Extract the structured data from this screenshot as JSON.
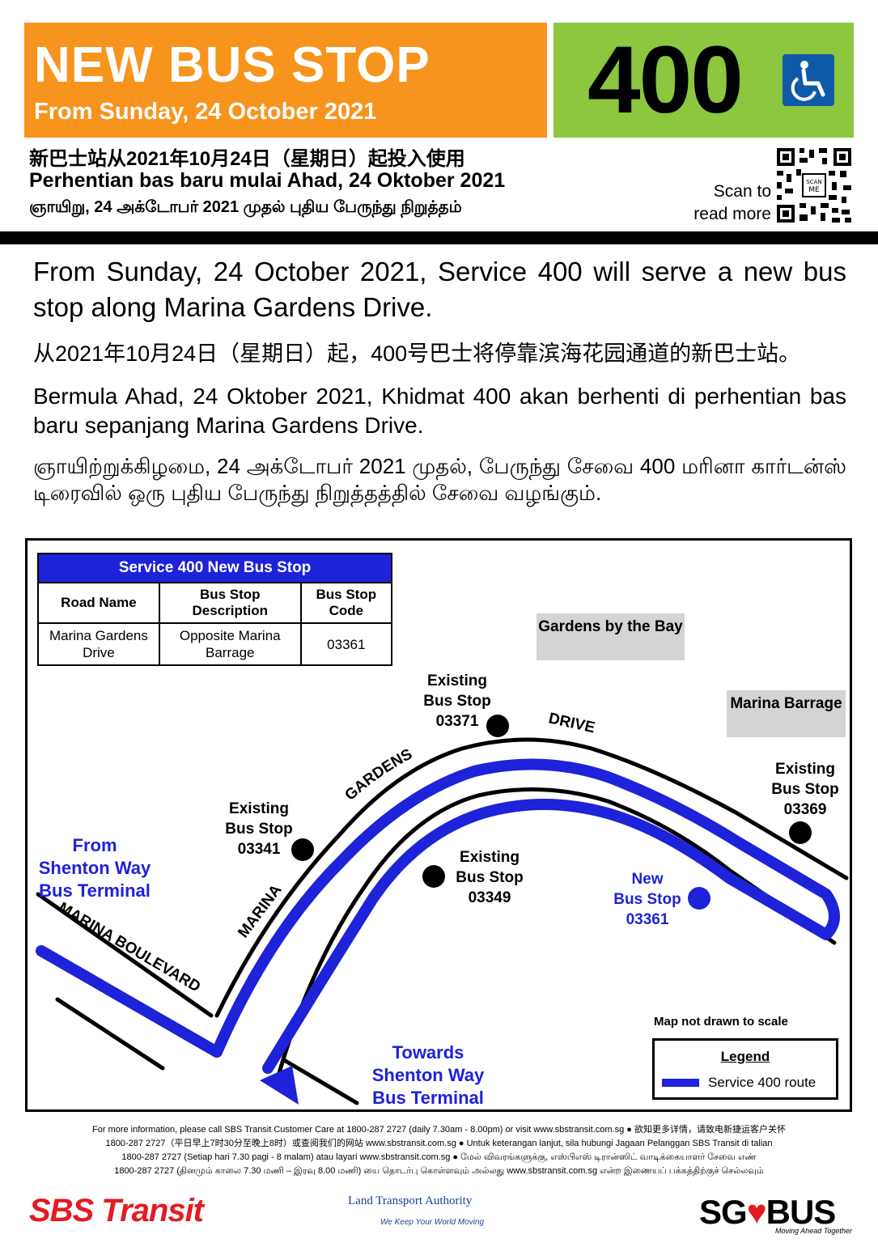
{
  "header": {
    "title": "NEW BUS STOP",
    "subtitle": "From Sunday, 24 October 2021",
    "service_number": "400",
    "accessibility_icon": "wheelchair-icon",
    "colors": {
      "orange": "#f7941d",
      "green": "#8dc63f",
      "wheelchair_blue": "#0f5aa8"
    }
  },
  "multilingual_notice": {
    "chinese": "新巴士站从2021年10月24日（星期日）起投入使用",
    "malay": "Perhentian bas baru mulai Ahad, 24 Oktober 2021",
    "tamil": "ஞாயிறு, 24 அக்டோபர் 2021 முதல் புதிய பேருந்து நிறுத்தம்"
  },
  "qr": {
    "line1": "Scan to",
    "line2": "read more",
    "badge": "SCAN ME"
  },
  "body": {
    "english": "From Sunday, 24 October 2021, Service 400 will serve a new bus stop along Marina Gardens Drive.",
    "chinese": "从2021年10月24日（星期日）起，400号巴士将停靠滨海花园通道的新巴士站。",
    "malay": "Bermula Ahad, 24 Oktober 2021, Khidmat 400 akan berhenti di perhentian bas baru sepanjang Marina Gardens Drive.",
    "tamil": "ஞாயிற்றுக்கிழமை, 24 அக்டோபர் 2021 முதல், பேருந்து சேவை 400 மரினா கார்டன்ஸ் டிரைவில் ஒரு புதிய பேருந்து நிறுத்தத்தில் சேவை வழங்கும்."
  },
  "table": {
    "caption": "Service 400 New Bus Stop",
    "headers": [
      "Road Name",
      "Bus Stop Description",
      "Bus Stop Code"
    ],
    "rows": [
      {
        "road_name": "Marina Gardens Drive",
        "description": "Opposite Marina Barrage",
        "code": "03361"
      }
    ]
  },
  "map": {
    "roads": {
      "marina_boulevard": "MARINA BOULEVARD",
      "marina": "MARINA",
      "gardens": "GARDENS",
      "drive": "DRIVE"
    },
    "places": {
      "gardens_by_the_bay": "Gardens by the Bay",
      "marina_barrage": "Marina Barrage"
    },
    "stops": [
      {
        "status": "Existing",
        "label": "Bus Stop",
        "code": "03371"
      },
      {
        "status": "Existing",
        "label": "Bus Stop",
        "code": "03341"
      },
      {
        "status": "Existing",
        "label": "Bus Stop",
        "code": "03349"
      },
      {
        "status": "Existing",
        "label": "Bus Stop",
        "code": "03369"
      },
      {
        "status": "New",
        "label": "Bus Stop",
        "code": "03361"
      }
    ],
    "from_label": [
      "From",
      "Shenton Way",
      "Bus Terminal"
    ],
    "towards_label": [
      "Towards",
      "Shenton Way",
      "Bus Terminal"
    ],
    "scale_note": "Map not drawn to scale",
    "legend": {
      "title": "Legend",
      "item": "Service 400 route",
      "color": "#1e22d8"
    }
  },
  "footer": {
    "line1": "For more information, please call SBS Transit Customer Care at 1800-287 2727 (daily 7.30am - 8.00pm) or visit www.sbstransit.com.sg ●  欲知更多详情，请致电新捷运客户关怀",
    "line2": "1800-287 2727（平日早上7时30分至晚上8时）或查阅我们的网站 www.sbstransit.com.sg ● Untuk keterangan lanjut, sila hubungi Jagaan Pelanggan SBS Transit di talian",
    "line3": "1800-287 2727 (Setiap hari 7.30 pagi - 8 malam) atau layari www.sbstransit.com.sg ●  மேல் விவரங்களுக்கு, எஸ்பிஎஸ் டிரான்ஸிட் வாடிக்கையாளர் சேவை எண்",
    "line4": "1800-287 2727 (தினமும் காலை 7.30 மணி – இரவு 8.00 மணி) யை தொடர்பு கொள்ளவும் அல்லது www.sbstransit.com.sg என்ற இணையப் பக்கத்திற்குச் செல்லவும்"
  },
  "logos": {
    "sbs": "SBS Transit",
    "lta": "Land Transport Authority",
    "lta_tagline": "We Keep Your World Moving",
    "sgbus_left": "SG",
    "sgbus_right": "BUS",
    "sgbus_tagline": "Moving Ahead Together"
  }
}
